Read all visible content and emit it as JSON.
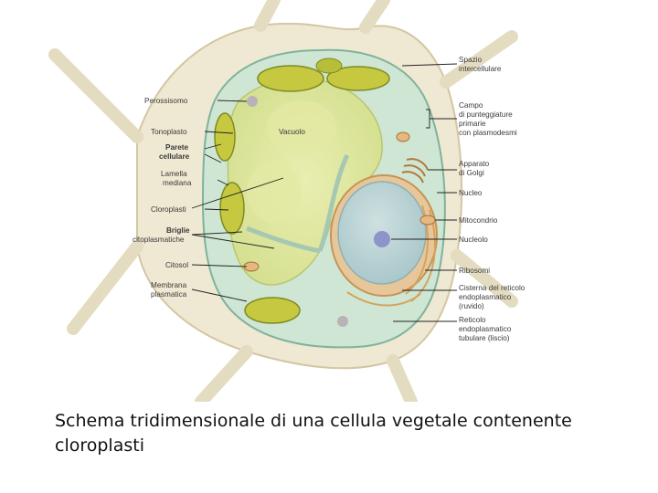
{
  "diagram": {
    "labels_left": {
      "perossisomo": "Perossisomo",
      "tonoplasto": "Tonoplasto",
      "parete_1": "Parete",
      "parete_2": "cellulare",
      "lamella_1": "Lamella",
      "lamella_2": "mediana",
      "cloroplasti": "Cloroplasti",
      "briglie_1": "Briglie",
      "briglie_2": "citoplasmatiche",
      "citosol": "Citosol",
      "membrana_1": "Membrana",
      "membrana_2": "plasmatica"
    },
    "label_center": {
      "vacuolo": "Vacuolo"
    },
    "labels_right": {
      "spazio_1": "Spazio",
      "spazio_2": "intercellulare",
      "campo_1": "Campo",
      "campo_2": "di punteggiature",
      "campo_3": "primarie",
      "campo_4": "con plasmodesmi",
      "apparato_1": "Apparato",
      "apparato_2": "di Golgi",
      "nucleo": "Nucleo",
      "mitocondrio": "Mitocondrio",
      "nucleolo": "Nucleolo",
      "ribosomi": "Ribosomi",
      "cisterna_1": "Cisterna del reticolo",
      "cisterna_2": "endoplasmatico",
      "cisterna_3": "(ruvido)",
      "reticolo_1": "Reticolo",
      "reticolo_2": "endoplasmatico",
      "reticolo_3": "tubulare (liscio)"
    }
  },
  "caption": {
    "line1": "Schema tridimensionale di una cellula vegetale contenente",
    "line2": "cloroplasti"
  }
}
